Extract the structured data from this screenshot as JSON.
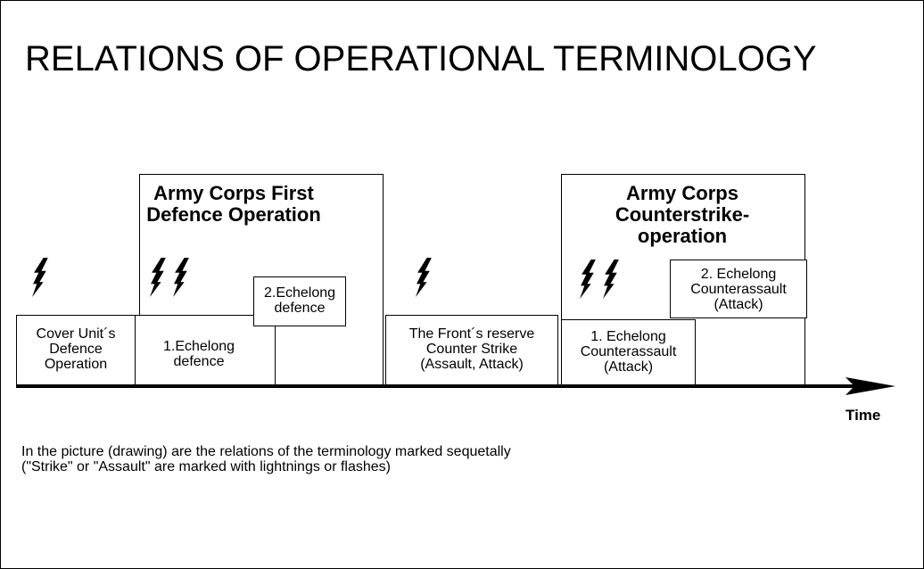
{
  "title": "RELATIONS OF OPERATIONAL TERMINOLOGY",
  "operations": {
    "first_defence": "Army Corps First\nDefence Operation",
    "counterstrike": "Army Corps\nCounterstrike-\noperation"
  },
  "boxes": {
    "cover_unit": "Cover Unit´s\nDefence\nOperation",
    "echelon1_defence": "1.Echelong\ndefence",
    "echelon2_defence": "2.Echelong\ndefence",
    "front_reserve": "The Front´s reserve\nCounter Strike\n(Assault, Attack)",
    "echelon1_counter": "1. Echelong\nCounterassault\n(Attack)",
    "echelon2_counter": "2. Echelong\nCounterassault\n(Attack)"
  },
  "time_label": "Time",
  "caption": {
    "line1": "In the picture (drawing) are the relations of the terminology marked sequetally",
    "line2": "(\"Strike\" or \"Assault\" are marked with lightnings or flashes)"
  },
  "icons": [
    "lightning-icon",
    "arrow-head-icon"
  ]
}
